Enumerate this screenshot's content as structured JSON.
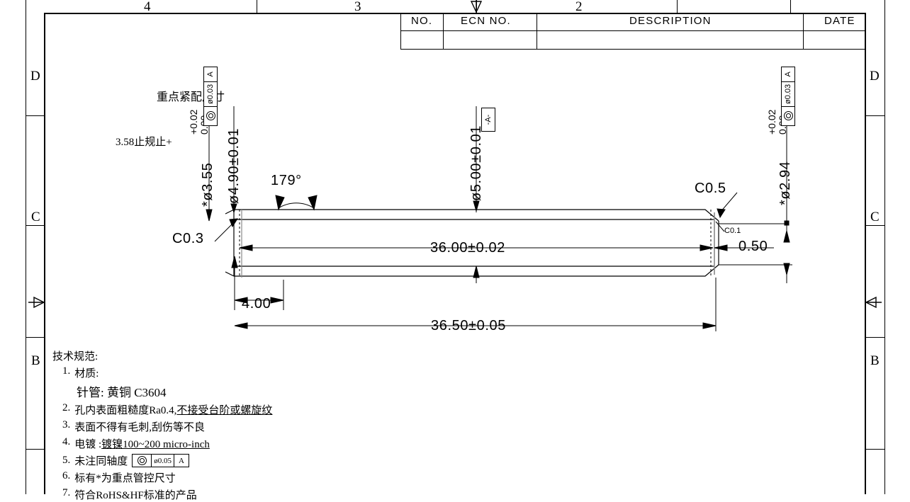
{
  "drawing": {
    "type": "mechanical-part-drawing",
    "title_block": {
      "columns": [
        "NO.",
        "ECN NO.",
        "DESCRIPTION",
        "DATE"
      ],
      "rows": [
        [
          "",
          "",
          "",
          ""
        ]
      ]
    },
    "border_zones": {
      "top": [
        "4",
        "3",
        "2"
      ],
      "left": [
        "D",
        "C",
        "B"
      ],
      "right": [
        "D",
        "C",
        "B"
      ]
    },
    "annotations": {
      "key_fit_note": "重点紧配尺寸",
      "gauge_note": "3.58止规止+",
      "left_dia_star": "*",
      "left_dia": "ø3.55",
      "left_dia_tol_upper": "+0.02",
      "left_dia_tol_lower": "0.00",
      "left_gt_symbol": "concentricity-icon",
      "left_gt_tol": "ø0.03",
      "left_gt_datum": "A",
      "second_dia": "ø4.90±0.01",
      "angle": "179°",
      "center_dia": "ø5.00±0.01",
      "center_datum": "-A-",
      "right_dia_star": "*",
      "right_dia": "ø2.94",
      "right_dia_tol_upper": "+0.02",
      "right_dia_tol_lower": "0.00",
      "right_gt_symbol": "concentricity-icon",
      "right_gt_tol": "ø0.03",
      "right_gt_datum": "A",
      "chamfer_left": "C0.3",
      "chamfer_right": "C0.5",
      "chamfer_small": "C0.1",
      "dim_length_inner": "36.00±0.02",
      "dim_length_overall": "36.50±0.05",
      "dim_step": "4.00",
      "dim_right_step": "0.50"
    },
    "notes": {
      "heading": "技术规范:",
      "items": [
        {
          "num": "1.",
          "text": "材质:"
        },
        {
          "num": "",
          "text": "针管:  黄铜  C3604"
        },
        {
          "num": "2.",
          "text": "孔内表面粗糙度Ra0.4,",
          "underlined": "不接受台阶或螺旋纹"
        },
        {
          "num": "3.",
          "text": "表面不得有毛刺,刮伤等不良"
        },
        {
          "num": "4.",
          "text": "电镀 :",
          "underlined": "镀镍100~200  micro-inch"
        },
        {
          "num": "5.",
          "text": "未注同轴度",
          "gt": {
            "sym": "concentricity-icon",
            "tol": "ø0.05",
            "datum": "A"
          }
        },
        {
          "num": "6.",
          "text": "标有*为重点管控尺寸"
        },
        {
          "num": "7.",
          "text": "符合RoHS&HF标准的产品"
        }
      ]
    }
  }
}
